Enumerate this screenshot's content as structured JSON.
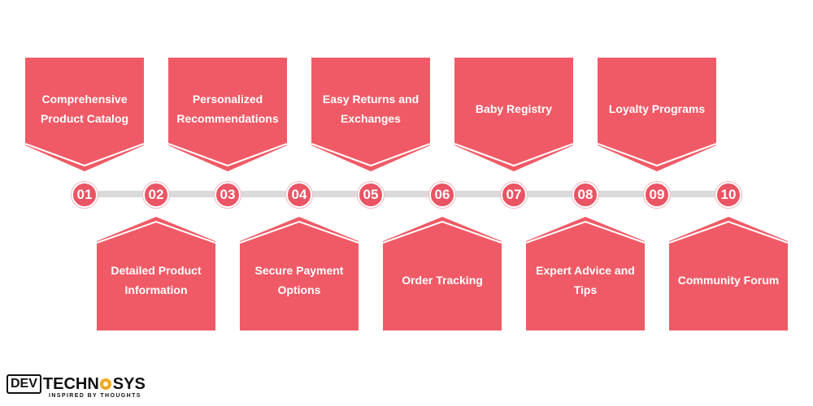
{
  "steps": [
    {
      "number": "01",
      "label": "Comprehensive Product Catalog",
      "position": "top"
    },
    {
      "number": "02",
      "label": "Detailed Product Information",
      "position": "bottom"
    },
    {
      "number": "03",
      "label": "Personalized Recommendations",
      "position": "top"
    },
    {
      "number": "04",
      "label": "Secure Payment Options",
      "position": "bottom"
    },
    {
      "number": "05",
      "label": "Easy Returns and Exchanges",
      "position": "top"
    },
    {
      "number": "06",
      "label": "Order Tracking",
      "position": "bottom"
    },
    {
      "number": "07",
      "label": "Baby Registry",
      "position": "top"
    },
    {
      "number": "08",
      "label": "Expert Advice and Tips",
      "position": "bottom"
    },
    {
      "number": "09",
      "label": "Loyalty Programs",
      "position": "top"
    },
    {
      "number": "10",
      "label": "Community Forum",
      "position": "bottom"
    }
  ],
  "colors": {
    "card": "#f05a66",
    "node": "#ea5464",
    "timeline": "#dcd9da"
  },
  "logo": {
    "dev": "DEV",
    "techno": "TECHN",
    "sys": "SYS",
    "tagline": "INSPIRED BY THOUGHTS"
  }
}
